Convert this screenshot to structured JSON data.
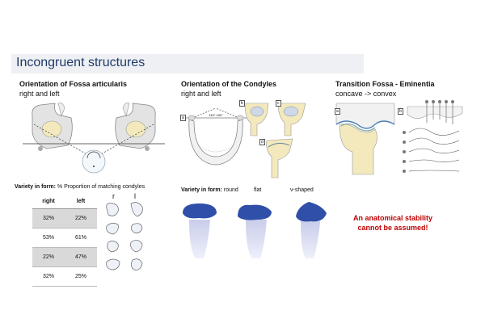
{
  "title": "Incongruent structures",
  "section1": {
    "heading": "Orientation of Fossa articularis",
    "subheading": "right and left"
  },
  "section2": {
    "heading": "Orientation of the Condyles",
    "subheading": "right and left",
    "angle_label": "145°-160°",
    "panel_labels": [
      "a",
      "b",
      "c",
      "d"
    ]
  },
  "section3": {
    "heading": "Transition Fossa - Eminentia",
    "subheading": "concave -> convex",
    "panel_labels": [
      "a",
      "b"
    ]
  },
  "variety_fossa": {
    "label_bold": "Variety in form:",
    "label_rest": " % Proportion of matching condyles",
    "col_r": "r",
    "col_l": "l",
    "table": {
      "headers": [
        "right",
        "left"
      ],
      "rows": [
        [
          "32%",
          "22%"
        ],
        [
          "53%",
          "61%"
        ],
        [
          "22%",
          "47%"
        ],
        [
          "32%",
          "25%"
        ]
      ]
    }
  },
  "variety_condyle": {
    "label_bold": "Variety in form:",
    "label_rest": " round",
    "shape2": "flat",
    "shape3": "v-shaped"
  },
  "warning": {
    "line1": "An anatomical stability",
    "line2": "cannot be assumed!"
  },
  "colors": {
    "title": "#1f3a68",
    "warning": "#c00000",
    "condyle_head": "#2f4fa8",
    "condyle_neck": "#d6d9ef"
  }
}
